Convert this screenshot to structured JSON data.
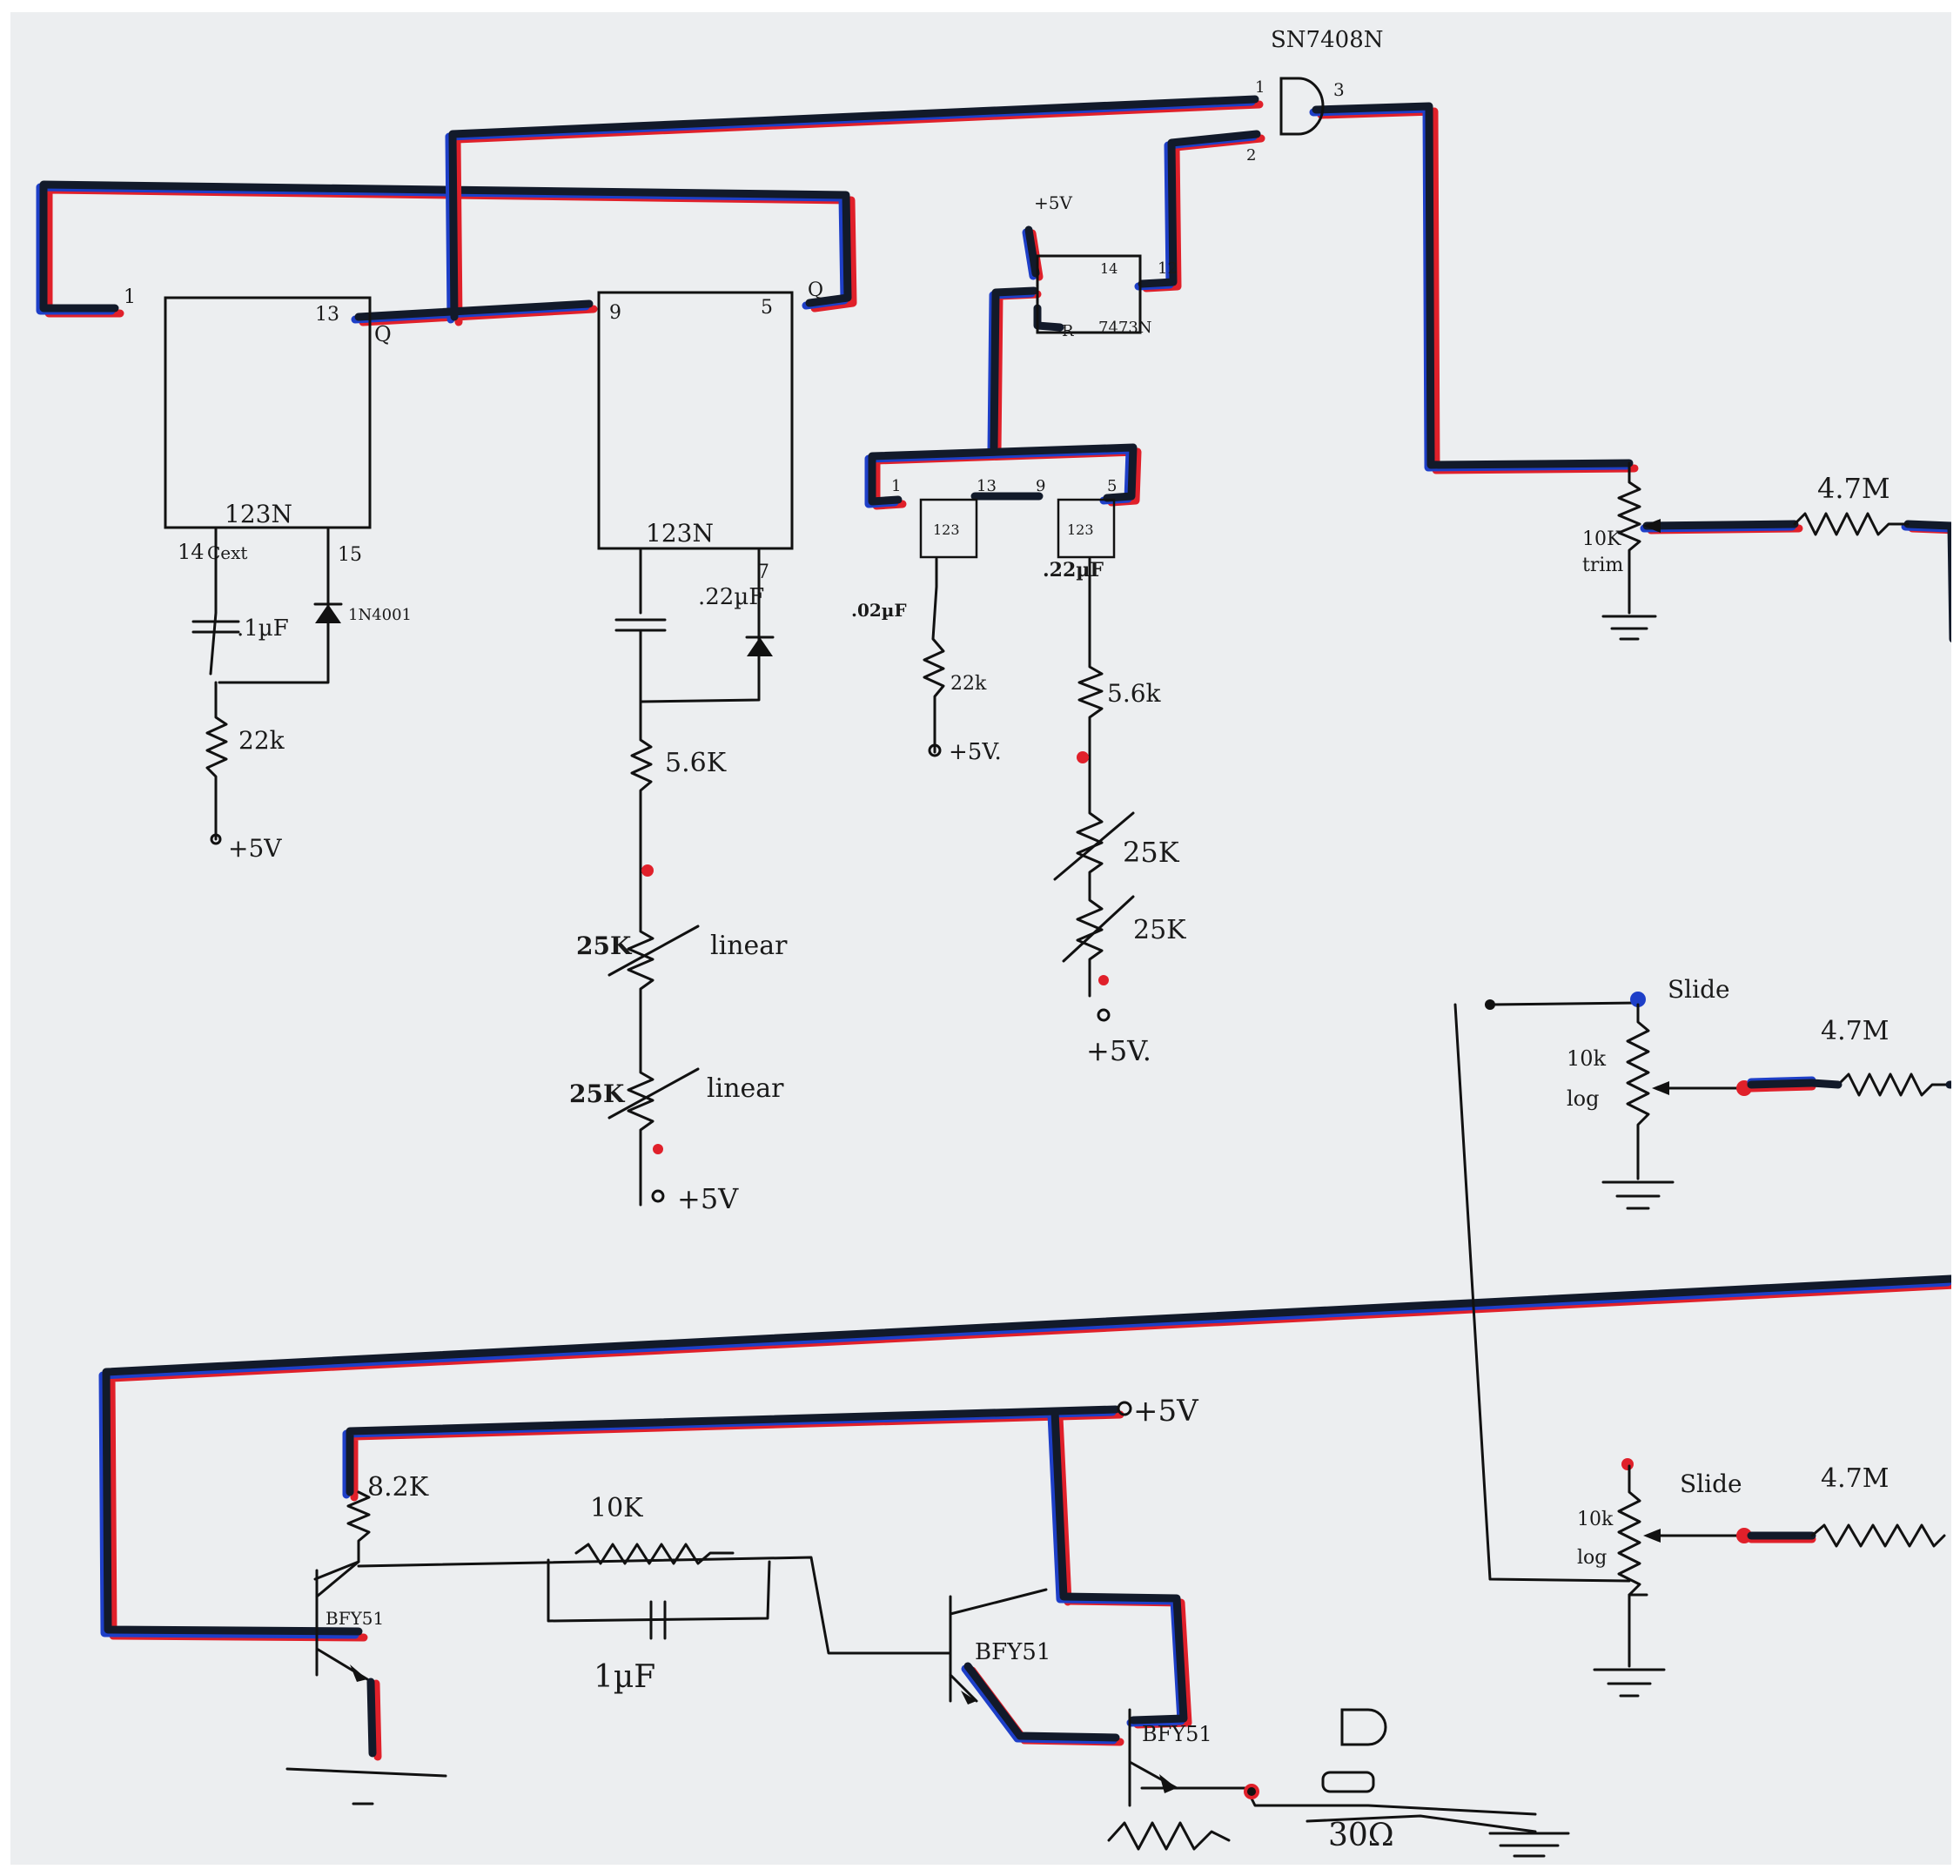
{
  "labels": {
    "and_gate": "SN7408N",
    "and_pin1": "1",
    "and_pin2": "2",
    "and_pin3": "3",
    "ic1_name": "123N",
    "ic1_pin1": "1",
    "ic1_pin13": "13",
    "ic1_q": "Q",
    "ic1_pin14": "14",
    "ic1_cext": "Cext",
    "ic1_pin15": "15",
    "ic2_name": "123N",
    "ic2_pin9": "9",
    "ic2_pin5": "5",
    "ic2_q": "Q",
    "ic2_pin7": "7",
    "ic3_name": "7473N",
    "ic3_plus5": "+5V",
    "ic3_pin14": "14",
    "ic3_pin12": "12",
    "ic3_r": "R",
    "ic4_pin1": "1",
    "ic4_pin13": "13",
    "ic4_pin9": "9",
    "ic4_pin5": "5",
    "ic4_name_a": "123",
    "ic4_name_b": "123",
    "cap1": ".1µF",
    "diode1": "1N4001",
    "r1": "22k",
    "v1": "+5V",
    "cap2": ".22µF",
    "r2": "5.6K",
    "pot_a": "25K",
    "pot_a_type": "linear",
    "pot_b": "25K",
    "pot_b_type": "linear",
    "v2": "+5V",
    "cap3": ".02µF",
    "r3": "22k",
    "v3": "+5V.",
    "cap4": ".22µF",
    "r4": "5.6k",
    "pot_c": "25K",
    "pot_d": "25K",
    "v4": "+5V.",
    "trim": "10K",
    "trim_type": "trim",
    "r_47_1": "4.7M",
    "slide1": "Slide",
    "pot1": "10k",
    "pot1_type": "log",
    "r_47_2": "4.7M",
    "slide2": "Slide",
    "pot2": "10k",
    "pot2_type": "log",
    "r_47_3": "4.7M",
    "vcc": "+5V",
    "r_82": "8.2K",
    "r_10": "10K",
    "cap_1u": "1µF",
    "q1": "BFY51",
    "q2": "BFY51",
    "q3": "BFY51",
    "speaker": "30Ω"
  },
  "colors": {
    "wire": "#111111",
    "bus_blue": "#1e3fc8",
    "bus_red": "#e0202a",
    "paper": "#eceef0"
  }
}
